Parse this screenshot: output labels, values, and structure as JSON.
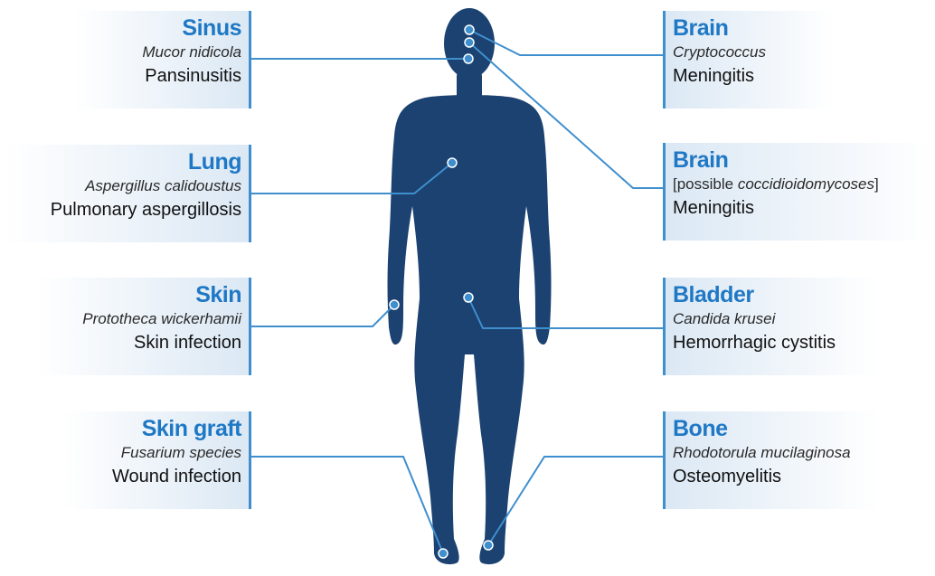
{
  "colors": {
    "body": "#1b4270",
    "accent": "#1f78c5",
    "line": "#3f8fcf",
    "panel": "#dbe8f4"
  },
  "left": [
    {
      "site": "Sinus",
      "organism": "Mucor nidicola",
      "disease": "Pansinusitis"
    },
    {
      "site": "Lung",
      "organism": "Aspergillus calidoustus",
      "disease": "Pulmonary aspergillosis"
    },
    {
      "site": "Skin",
      "organism": "Prototheca wickerhamii",
      "disease": "Skin infection"
    },
    {
      "site": "Skin graft",
      "organism": "Fusarium species",
      "disease": "Wound infection"
    }
  ],
  "right": [
    {
      "site": "Brain",
      "organism": "Cryptococcus",
      "disease": "Meningitis"
    },
    {
      "site": "Brain",
      "organism_prefix": "[possible ",
      "organism": "coccidioidomycoses",
      "organism_suffix": "]",
      "disease": "Meningitis"
    },
    {
      "site": "Bladder",
      "organism": "Candida krusei",
      "disease": "Hemorrhagic cystitis"
    },
    {
      "site": "Bone",
      "organism": "Rhodotorula mucilaginosa",
      "disease": "Osteomyelitis"
    }
  ]
}
